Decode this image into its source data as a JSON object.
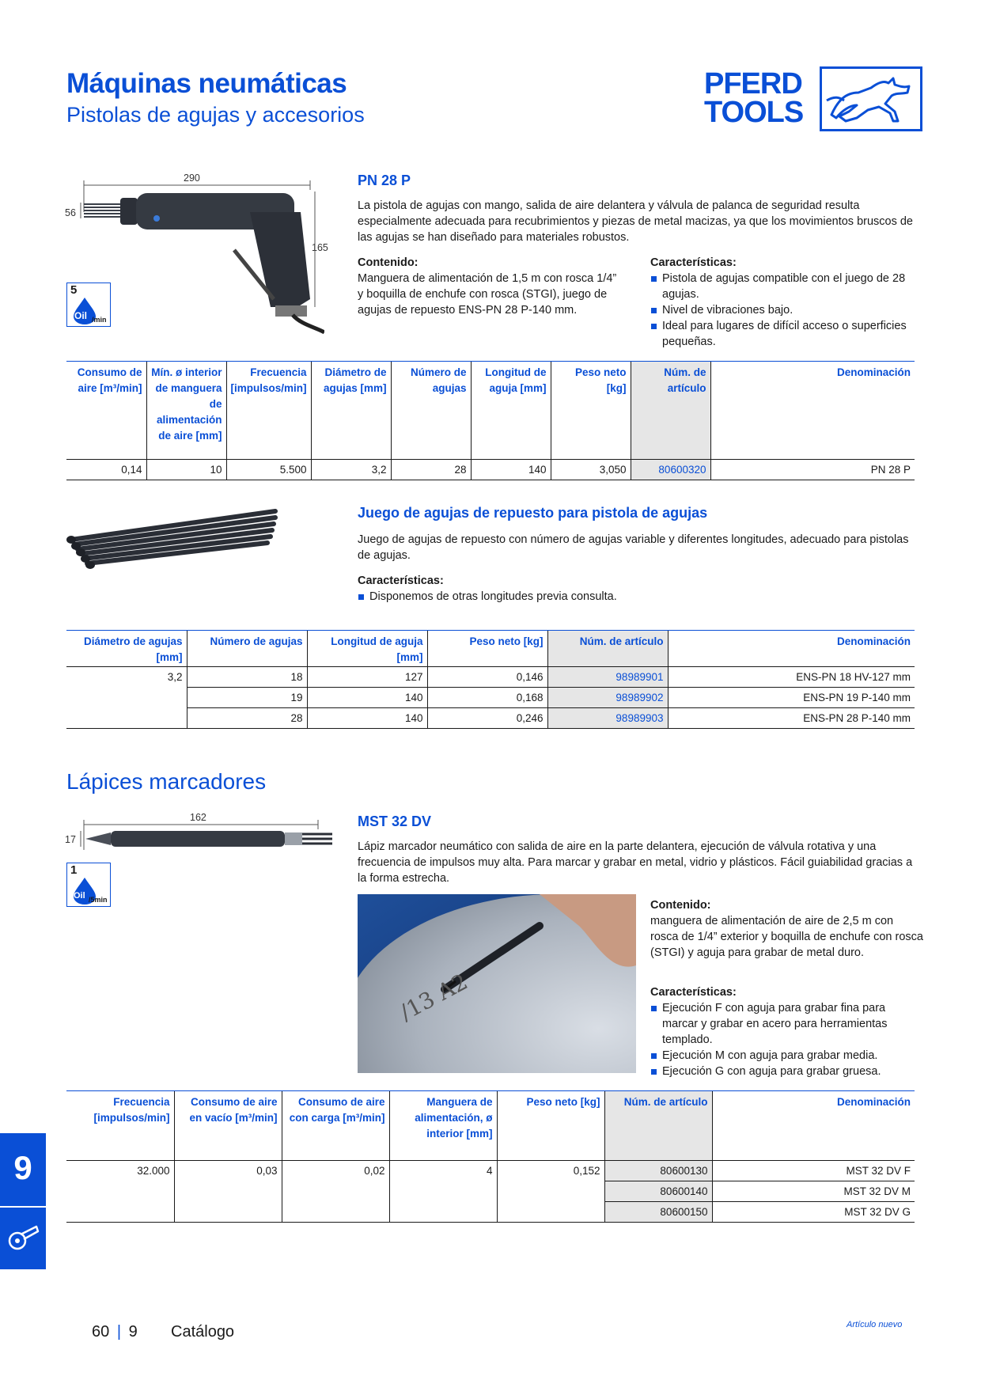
{
  "header": {
    "title": "Máquinas neumáticas",
    "subtitle": "Pistolas de agujas y accesorios",
    "logo_line1": "PFERD",
    "logo_line2": "TOOLS"
  },
  "pn28": {
    "dims": {
      "length": "290",
      "height": "56",
      "handle": "165"
    },
    "oil": {
      "count": "5",
      "label": "Oil",
      "unit": "/min"
    },
    "title": "PN 28 P",
    "desc": "La pistola de agujas con mango, salida de aire delantera y válvula de palanca de seguridad resulta especialmente adecuada para recubrimientos y piezas de metal macizas, ya que los movimientos bruscos de las agujas se han diseñado para materiales robustos.",
    "contenido_label": "Contenido:",
    "contenido": "Manguera de alimentación de 1,5 m con rosca 1/4” y boquilla de enchufe con rosca (STGI), juego de agujas de repuesto ENS-PN 28 P-140 mm.",
    "caracteristicas_label": "Características:",
    "caracteristicas": [
      "Pistola de agujas compatible con el juego de 28 agujas.",
      "Nivel de vibraciones bajo.",
      "Ideal para lugares de difícil acceso o superficies pequeñas."
    ],
    "table": {
      "headers": [
        "Consumo de aire [m³/min]",
        "Mín. ø interior de manguera de alimentación de aire [mm]",
        "Frecuencia [impulsos/min]",
        "Diámetro de agujas [mm]",
        "Número de agujas",
        "Longitud de aguja [mm]",
        "Peso neto [kg]",
        "Núm. de artículo",
        "Denominación"
      ],
      "rows": [
        [
          "0,14",
          "10",
          "5.500",
          "3,2",
          "28",
          "140",
          "3,050",
          "80600320",
          "PN 28 P"
        ]
      ]
    }
  },
  "juego": {
    "title": "Juego de agujas de repuesto para pistola de agujas",
    "desc": "Juego de agujas de repuesto con número de agujas variable y diferentes longitudes, adecuado para pistolas de agujas.",
    "caracteristicas_label": "Características:",
    "caracteristicas": [
      "Disponemos de otras longitudes previa consulta."
    ],
    "table": {
      "headers": [
        "Diámetro de agujas [mm]",
        "Número de agujas",
        "Longitud de aguja [mm]",
        "Peso neto [kg]",
        "Núm. de artículo",
        "Denominación"
      ],
      "rows": [
        [
          "3,2",
          "18",
          "127",
          "0,146",
          "98989901",
          "ENS-PN 18 HV-127 mm"
        ],
        [
          "",
          "19",
          "140",
          "0,168",
          "98989902",
          "ENS-PN 19 P-140 mm"
        ],
        [
          "",
          "28",
          "140",
          "0,246",
          "98989903",
          "ENS-PN 28 P-140 mm"
        ]
      ]
    }
  },
  "lapices": {
    "section_title": "Lápices marcadores",
    "dims": {
      "length": "162",
      "height": "17"
    },
    "oil": {
      "count": "1",
      "label": "Oil",
      "unit": "/5min"
    },
    "title": "MST 32 DV",
    "desc": "Lápiz marcador neumático con salida de aire en la parte delantera, ejecución de válvula rotativa y una frecuencia de impulsos muy alta. Para marcar y grabar en metal, vidrio y plásticos. Fácil guiabilidad gracias a la forma estrecha.",
    "photo_engraving": "/13 A2",
    "contenido_label": "Contenido:",
    "contenido": "manguera de alimentación de aire de 2,5 m con rosca de 1/4” exterior y boquilla de enchufe con rosca (STGI) y aguja para grabar de metal duro.",
    "caracteristicas_label": "Características:",
    "caracteristicas": [
      "Ejecución F con aguja para grabar fina para marcar y grabar en acero para herramientas templado.",
      "Ejecución M con aguja para grabar media.",
      "Ejecución G con aguja para grabar gruesa."
    ],
    "table": {
      "headers": [
        "Frecuencia [impulsos/min]",
        "Consumo de aire en vacío [m³/min]",
        "Consumo de aire con carga [m³/min]",
        "Manguera de alimentación, ø interior [mm]",
        "Peso neto [kg]",
        "Núm. de artículo",
        "Denominación"
      ],
      "rows": [
        [
          "32.000",
          "0,03",
          "0,02",
          "4",
          "0,152",
          "80600130",
          "MST 32 DV F"
        ],
        [
          "",
          "",
          "",
          "",
          "",
          "80600140",
          "MST 32 DV M"
        ],
        [
          "",
          "",
          "",
          "",
          "",
          "80600150",
          "MST 32 DV G"
        ]
      ]
    }
  },
  "sidetab": {
    "number": "9"
  },
  "footer": {
    "page": "60",
    "chapter": "9",
    "label": "Catálogo",
    "note": "Artículo nuevo"
  },
  "colors": {
    "brand": "#0a4fd6",
    "highlight": "#e6e6e6"
  }
}
